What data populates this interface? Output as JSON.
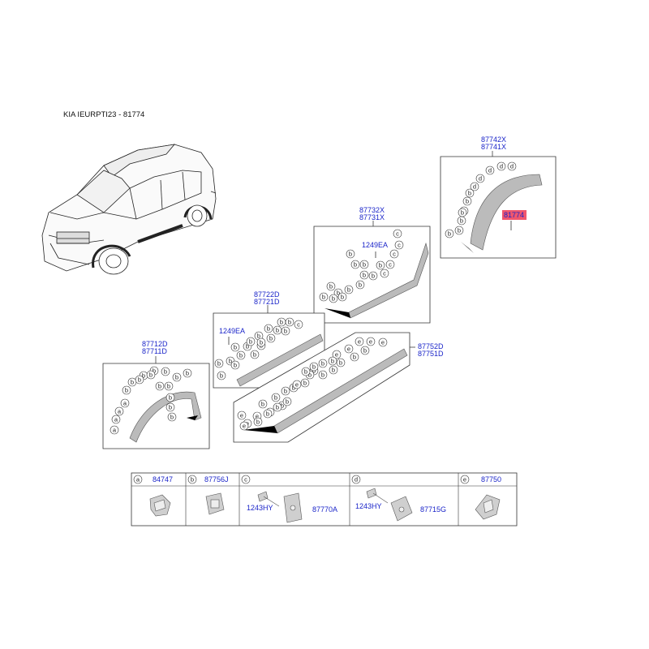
{
  "header": {
    "title": "KIA IEURPTI23 - 81774"
  },
  "groups": {
    "rear_arch": {
      "label_1": "87742X",
      "label_2": "87741X",
      "letters": [
        "d",
        "d",
        "d",
        "d",
        "d",
        "b",
        "b",
        "b",
        "b",
        "b",
        "b",
        "b"
      ]
    },
    "rear_door": {
      "label_1": "87732X",
      "label_2": "87731X",
      "clip": "1249EA",
      "letters": [
        "c",
        "c",
        "c",
        "c",
        "c",
        "b",
        "b",
        "b",
        "b",
        "b",
        "b",
        "b",
        "b",
        "b",
        "b",
        "b",
        "b",
        "b"
      ]
    },
    "front_door": {
      "label_1": "87722D",
      "label_2": "87721D",
      "clip": "1249EA",
      "letters": [
        "b",
        "b",
        "c",
        "b",
        "b",
        "b",
        "b",
        "b",
        "b",
        "b",
        "b",
        "b",
        "b",
        "b",
        "b",
        "b",
        "b",
        "b",
        "b"
      ]
    },
    "front_arch": {
      "label_1": "87712D",
      "label_2": "87711D",
      "letters": [
        "b",
        "b",
        "b",
        "b",
        "b",
        "b",
        "b",
        "b",
        "b",
        "b",
        "b",
        "a",
        "a",
        "a",
        "a",
        "b",
        "b",
        "b"
      ]
    },
    "side_sill": {
      "label_1": "87752D",
      "label_2": "87751D",
      "letters": [
        "e",
        "e",
        "e",
        "e",
        "e",
        "b",
        "b",
        "b",
        "b",
        "b",
        "b",
        "b",
        "b",
        "b",
        "b",
        "b",
        "b",
        "b",
        "b",
        "e",
        "e",
        "b",
        "b",
        "b",
        "b",
        "e",
        "b",
        "b",
        "b",
        "b",
        "e",
        "e"
      ]
    },
    "highlight": {
      "label": "81774",
      "color": "#f0566e"
    }
  },
  "legend": {
    "cells": [
      {
        "letter": "a",
        "part": "84747"
      },
      {
        "letter": "b",
        "part": "87756J"
      },
      {
        "letter": "c",
        "part_1": "1243HY",
        "part_2": "87770A"
      },
      {
        "letter": "d",
        "part_1": "1243HY",
        "part_2": "87715G"
      },
      {
        "letter": "e",
        "part": "87750"
      }
    ]
  }
}
